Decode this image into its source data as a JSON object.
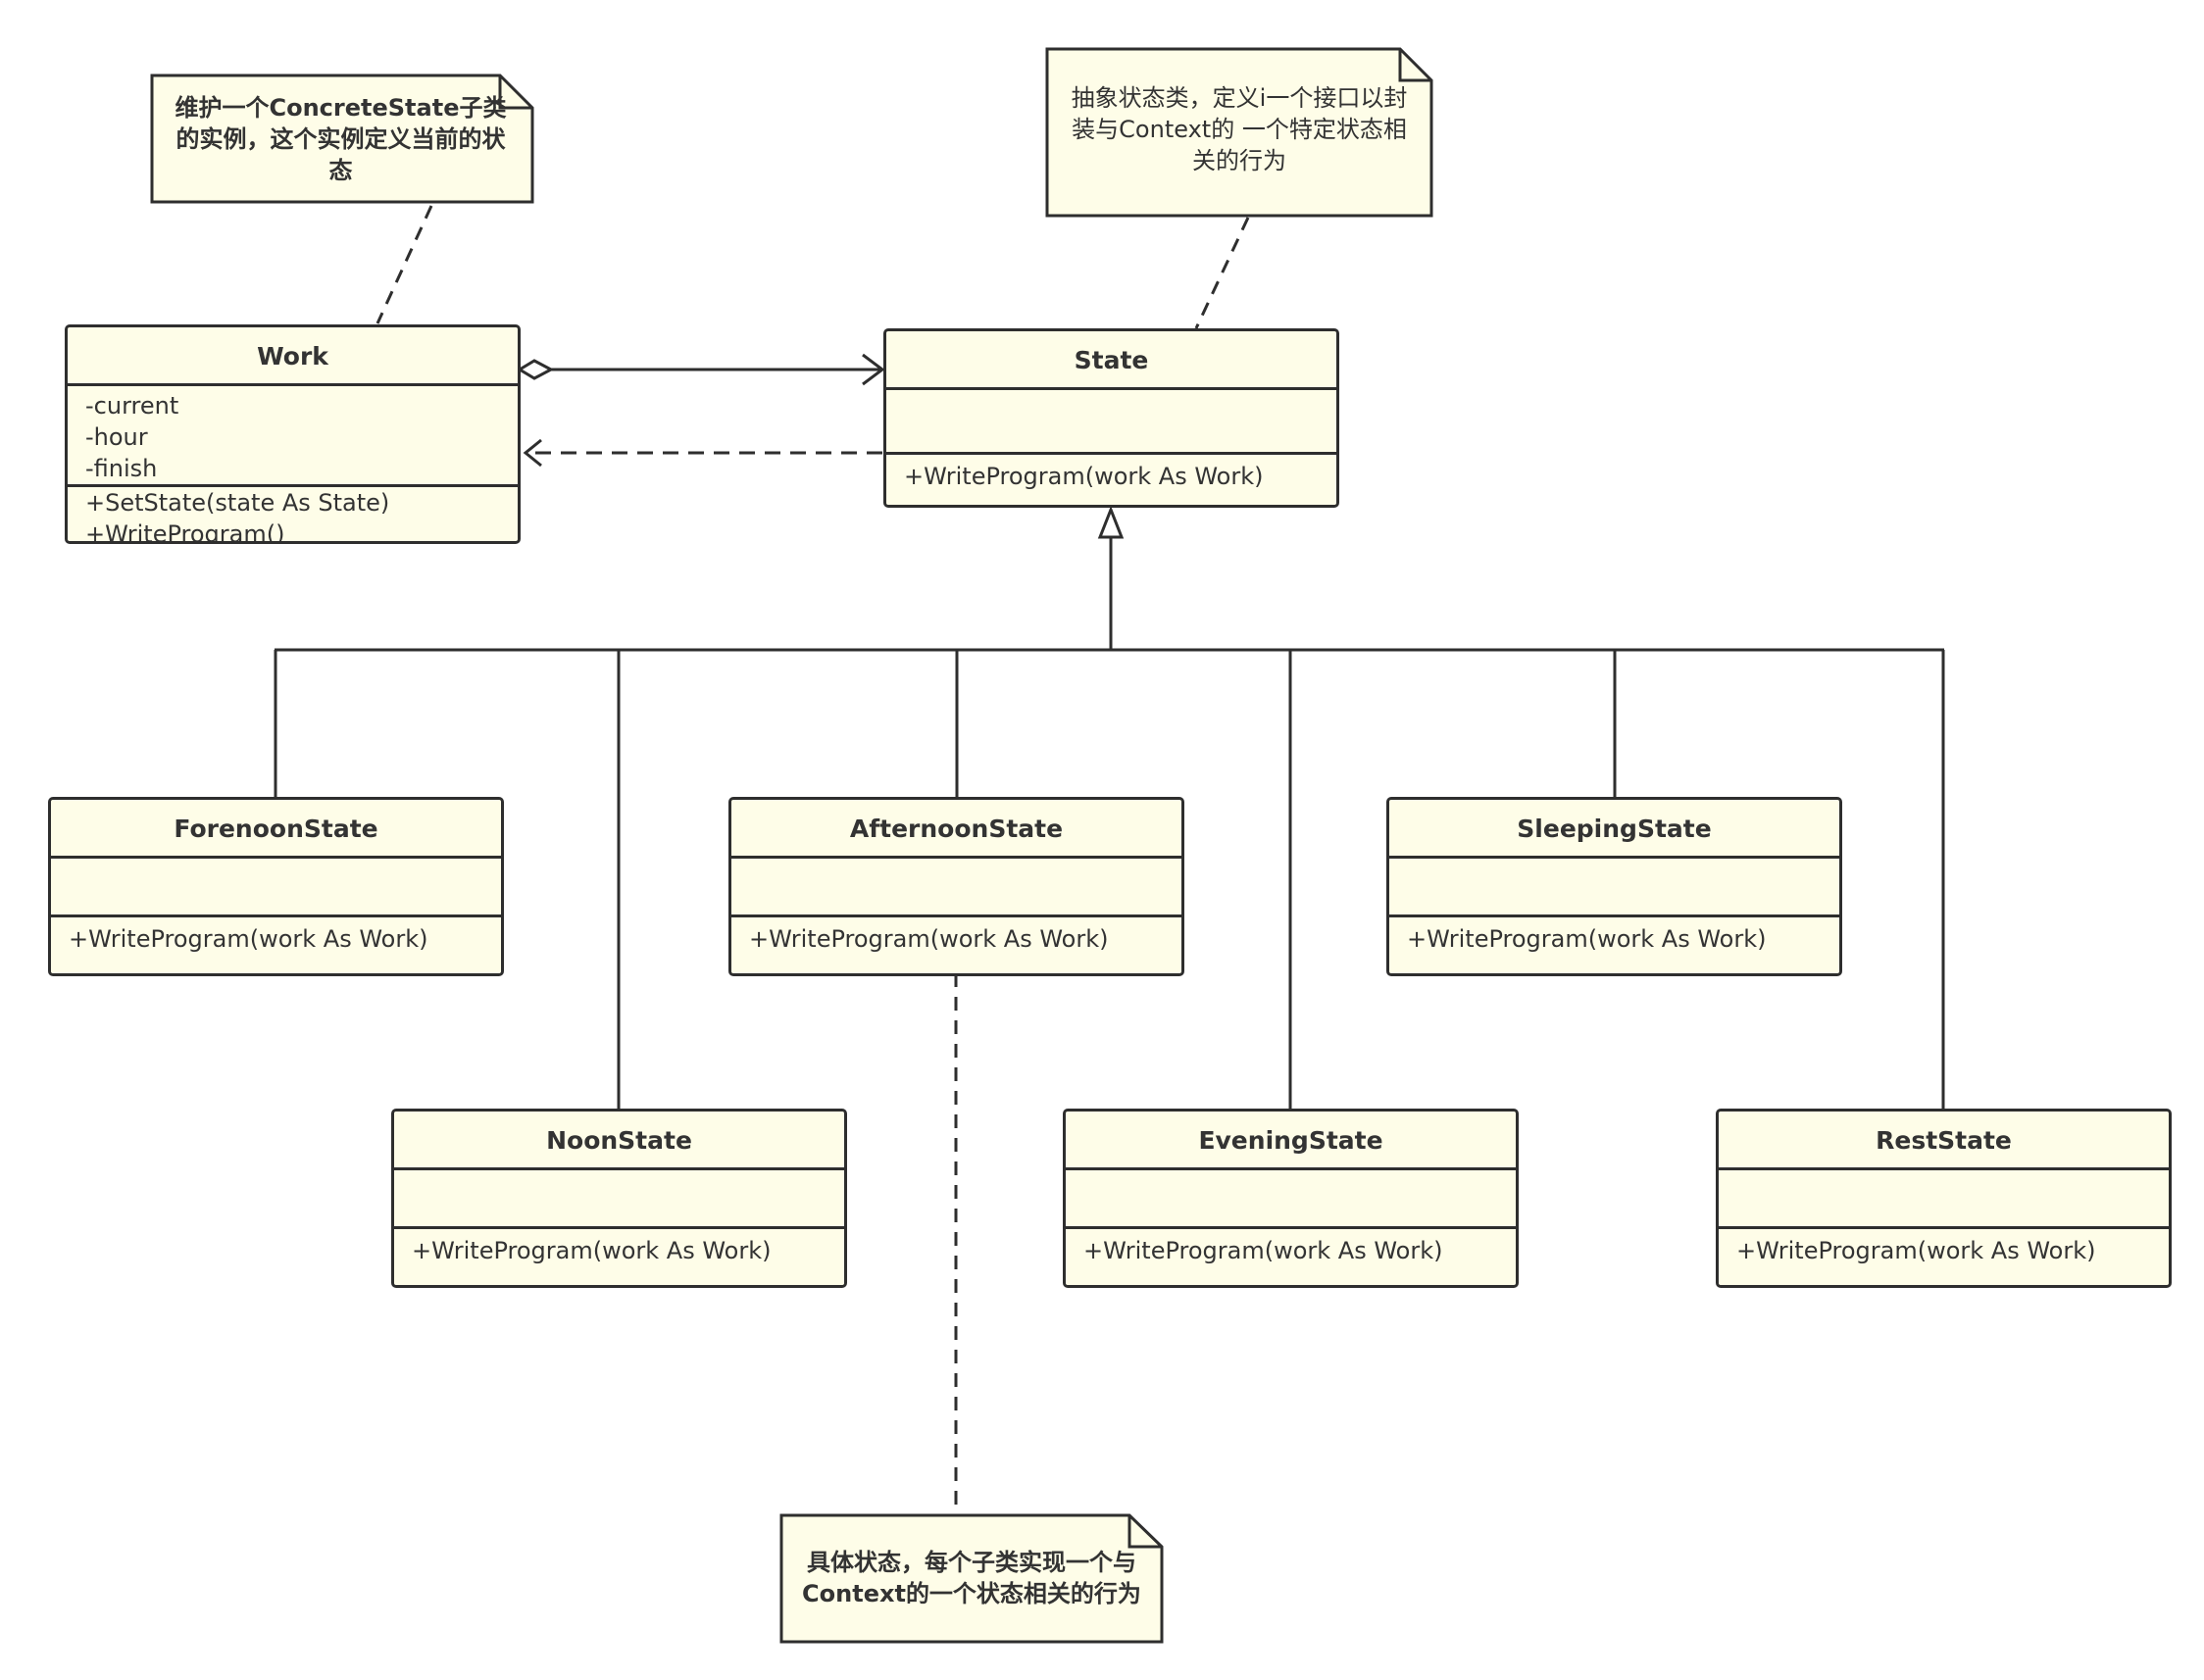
{
  "colors": {
    "fill": "#fefde8",
    "stroke": "#2e2e2e",
    "text": "#333333"
  },
  "notes": {
    "work_note": "维护一个ConcreteState子类的实例，这个实例定义当前的状态",
    "state_note": "抽象状态类，定义i一个接口以封装与Context的 一个特定状态相关的行为",
    "concrete_note": "具体状态，每个子类实现一个与Context的一个状态相关的行为"
  },
  "classes": {
    "work": {
      "name": "Work",
      "attributes": [
        "-current",
        "-hour",
        "-finish"
      ],
      "operations": [
        "+SetState(state As State)",
        "+WriteProgram()"
      ]
    },
    "state": {
      "name": "State",
      "operations": [
        "+WriteProgram(work As Work)"
      ]
    },
    "forenoon": {
      "name": "ForenoonState",
      "operations": [
        "+WriteProgram(work As Work)"
      ]
    },
    "afternoon": {
      "name": "AfternoonState",
      "operations": [
        "+WriteProgram(work As Work)"
      ]
    },
    "sleeping": {
      "name": "SleepingState",
      "operations": [
        "+WriteProgram(work As Work)"
      ]
    },
    "noon": {
      "name": "NoonState",
      "operations": [
        "+WriteProgram(work As Work)"
      ]
    },
    "evening": {
      "name": "EveningState",
      "operations": [
        "+WriteProgram(work As Work)"
      ]
    },
    "rest": {
      "name": "RestState",
      "operations": [
        "+WriteProgram(work As Work)"
      ]
    }
  }
}
